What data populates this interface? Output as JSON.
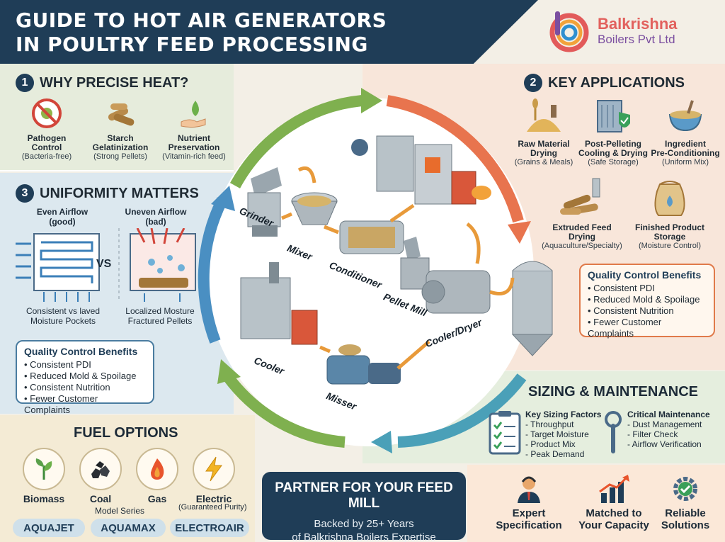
{
  "header": {
    "title_line1": "GUIDE TO HOT AIR GENERATORS",
    "title_line2": "IN POULTRY FEED PROCESSING"
  },
  "logo": {
    "name": "Balkrishna",
    "sub": "Boilers Pvt Ltd"
  },
  "why": {
    "number": "1",
    "heading": "WHY PRECISE HEAT?",
    "items": [
      {
        "icon": "no-bacteria-icon",
        "label1": "Pathogen",
        "label2": "Control",
        "sub": "(Bacteria-free)"
      },
      {
        "icon": "pellets-icon",
        "label1": "Starch",
        "label2": "Gelatinization",
        "sub": "(Strong Pellets)"
      },
      {
        "icon": "nutrient-drop-icon",
        "label1": "Nutrient",
        "label2": "Preservation",
        "sub": "(Vitamin-rich feed)"
      }
    ]
  },
  "uniformity": {
    "number": "3",
    "heading": "UNIFORMITY MATTERS",
    "even_label1": "Even Airflow",
    "even_label2": "(good)",
    "uneven_label1": "Uneven Airflow",
    "uneven_label2": "(bad)",
    "vs": "VS",
    "caption_left1": "Consistent vs laved",
    "caption_left2": "Moisture Pockets",
    "caption_right1": "Localized Mosture",
    "caption_right2": "Fractured Pellets",
    "qc_title": "Quality Control Benefits",
    "qc_items": [
      "• Consistent PDI",
      "• Reduced Mold & Spoilage",
      "• Consistent Nutrition",
      "• Fewer Customer Complaints"
    ]
  },
  "key": {
    "number": "2",
    "heading": "KEY APPLICATIONS",
    "items": [
      {
        "icon": "grain-pile-icon",
        "label1": "Raw Material",
        "label2": "Drying",
        "sub": "(Grains & Meals)"
      },
      {
        "icon": "shield-cooler-icon",
        "label1": "Post-Pelleting",
        "label2": "Cooling & Drying",
        "sub": "(Safe Storage)"
      },
      {
        "icon": "bowl-icon",
        "label1": "Ingredient",
        "label2": "Pre-Conditioning",
        "sub": "(Uniform Mix)"
      },
      {
        "icon": "extruded-pellets-icon",
        "label1": "Extruded Feed",
        "label2": "Drying",
        "sub": "(Aquaculture/Specialty)"
      },
      {
        "icon": "feed-sack-icon",
        "label1": "Finished Product",
        "label2": "Storage",
        "sub": "(Moisture Control)"
      }
    ],
    "qc_title": "Quality Control Benefits",
    "qc_items": [
      "• Consistent PDI",
      "• Reduced Mold & Spoilage",
      "• Consistent Nutrition",
      "• Fewer Customer Complaints"
    ]
  },
  "process": {
    "stages": [
      "Grinder",
      "Mixer",
      "Conditioner",
      "Pellet Mill",
      "Cooler/Dryer",
      "Cooler",
      "Misser"
    ]
  },
  "sizing": {
    "heading": "SIZING & MAINTENANCE",
    "factors_title": "Key Sizing Factors",
    "factors": [
      "- Throughput",
      "- Target Moisture",
      "- Product Mix",
      "- Peak Demand"
    ],
    "maint_title": "Critical Maintenance",
    "maint": [
      "- Dust Management",
      "- Filter Check",
      "- Airflow Verification"
    ]
  },
  "fuel": {
    "heading": "FUEL OPTIONS",
    "items": [
      {
        "icon": "leaf-icon",
        "label": "Biomass"
      },
      {
        "icon": "coal-icon",
        "label": "Coal"
      },
      {
        "icon": "flame-icon",
        "label": "Gas"
      },
      {
        "icon": "lightning-icon",
        "label": "Electric"
      }
    ],
    "model_series": "Model Series",
    "electric_note": "(Guaranteed Purity)",
    "models": [
      "AQUAJET",
      "AQUAMAX",
      "ELECTROAIR"
    ]
  },
  "partner": {
    "title": "PARTNER FOR YOUR FEED MILL",
    "line1": "Backed by 25+ Years",
    "line2": "of Balkrishna Boilers Expertise"
  },
  "footer": [
    {
      "icon": "expert-person-icon",
      "line1": "Expert",
      "line2": "Specification"
    },
    {
      "icon": "growth-chart-icon",
      "line1": "Matched to",
      "line2": "Your Capacity"
    },
    {
      "icon": "gear-check-icon",
      "line1": "Reliable",
      "line2": "Solutions"
    }
  ],
  "colors": {
    "navy": "#1f3d57",
    "orange": "#e07a4a",
    "green": "#7aa84a",
    "blue": "#4a8fc2"
  }
}
